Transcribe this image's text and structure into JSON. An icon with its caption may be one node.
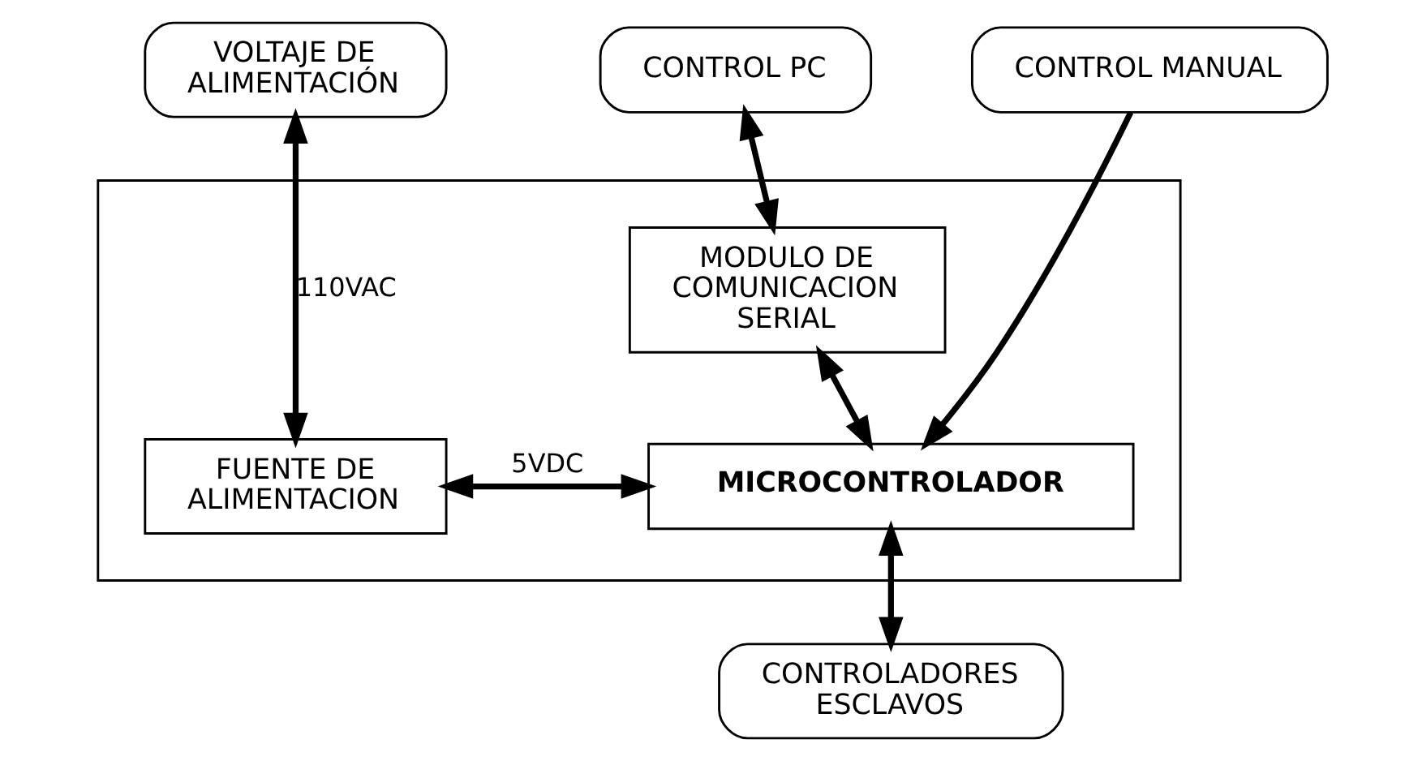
{
  "diagram": {
    "nodes": [
      {
        "text": [
          "VOLTAJE DE ALIMENTACIÓN"
        ]
      },
      {
        "text": [
          "CONTROL PC"
        ]
      },
      {
        "text": [
          "CONTROL MANUAL"
        ]
      },
      {
        "text": [],
        "shape": "box"
      },
      {
        "text": [
          "MODULO DE COMUNICACION SERIAL"
        ],
        "in": 3
      },
      {
        "text": [
          "FUENTE DE ALIMENTACION"
        ],
        "in": 3
      },
      {
        "text": [
          "MICROCONTROLADOR"
        ],
        "in": 3
      },
      {
        "text": [
          "CONTROLADORES ESCLAVOS"
        ]
      }
    ],
    "edges": [
      {
        "from": 0,
        "to": 5,
        "arrow": "both",
        "label": "110VAC"
      },
      {
        "from": 1,
        "to": 4,
        "arrow": "both"
      },
      {
        "from": 4,
        "to": 6,
        "arrow": "both"
      },
      {
        "from": 5,
        "to": 6,
        "arrow": "both",
        "label": "5VDC"
      },
      {
        "from": 2,
        "to": 6,
        "arrow": "to"
      },
      {
        "from": 6,
        "to": 7,
        "arrow": "both"
      }
    ]
  }
}
